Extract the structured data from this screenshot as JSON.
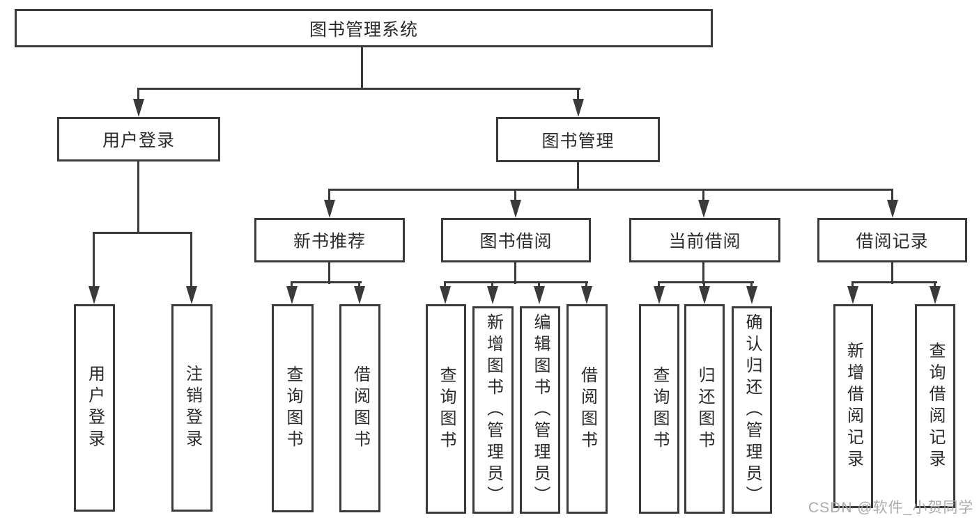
{
  "diagram": {
    "type": "hierarchy-tree",
    "colors": {
      "line": "#3a3a3a",
      "box_border": "#3a3a3a",
      "text": "#2b2b2b",
      "background": "#ffffff",
      "watermark": "#a6a6a6"
    },
    "root": {
      "label": "图书管理系统",
      "children": [
        {
          "label": "用户登录",
          "children": [
            {
              "label": "用户登录"
            },
            {
              "label": "注销登录"
            }
          ]
        },
        {
          "label": "图书管理",
          "children": [
            {
              "label": "新书推荐",
              "children": [
                {
                  "label": "查询图书"
                },
                {
                  "label": "借阅图书"
                }
              ]
            },
            {
              "label": "图书借阅",
              "children": [
                {
                  "label": "查询图书"
                },
                {
                  "label": "新增图书（管理员）"
                },
                {
                  "label": "编辑图书（管理员）"
                },
                {
                  "label": "借阅图书"
                }
              ]
            },
            {
              "label": "当前借阅",
              "children": [
                {
                  "label": "查询图书"
                },
                {
                  "label": "归还图书"
                },
                {
                  "label": "确认归还（管理员）"
                }
              ]
            },
            {
              "label": "借阅记录",
              "children": [
                {
                  "label": "新增借阅记录"
                },
                {
                  "label": "查询借阅记录"
                }
              ]
            }
          ]
        }
      ]
    }
  },
  "watermark": {
    "text": "CSDN @软件_小贺同学"
  }
}
